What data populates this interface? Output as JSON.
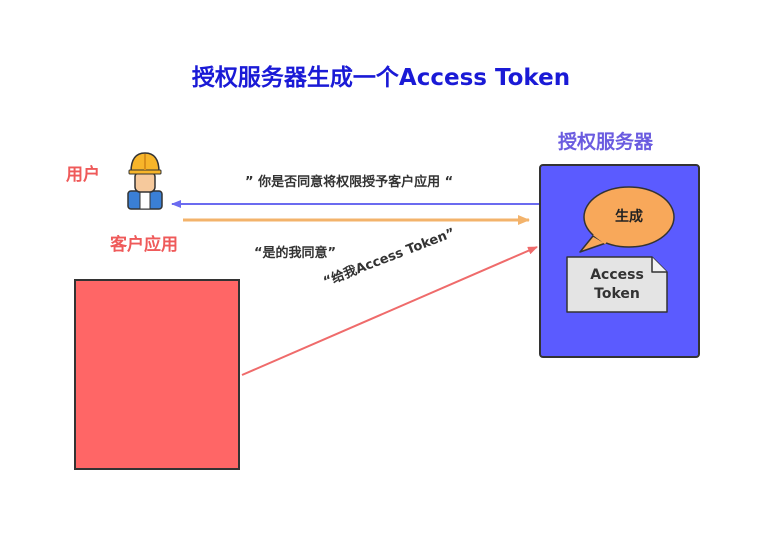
{
  "title": "授权服务器生成一个Access Token",
  "labels": {
    "server": "授权服务器",
    "user": "用户",
    "client": "客户应用"
  },
  "messages": {
    "ask_consent": "” 你是否同意将权限授予客户应用 “",
    "consent": "“是的我同意”",
    "request_token": "“给我Access Token”"
  },
  "server_box": {
    "bubble": "生成",
    "document_line1": "Access",
    "document_line2": "Token"
  },
  "colors": {
    "title": "#1a1ad6",
    "server_fill": "#5b5bff",
    "client_fill": "#ff6666",
    "arrow_server_to_user": "#6b6bf0",
    "arrow_user_to_server": "#f3b36b",
    "arrow_client_to_server": "#ef6b6b",
    "bubble": "#f8a85a",
    "document": "#e4e4e4"
  },
  "icons": {
    "user": "worker-helmet-icon"
  }
}
